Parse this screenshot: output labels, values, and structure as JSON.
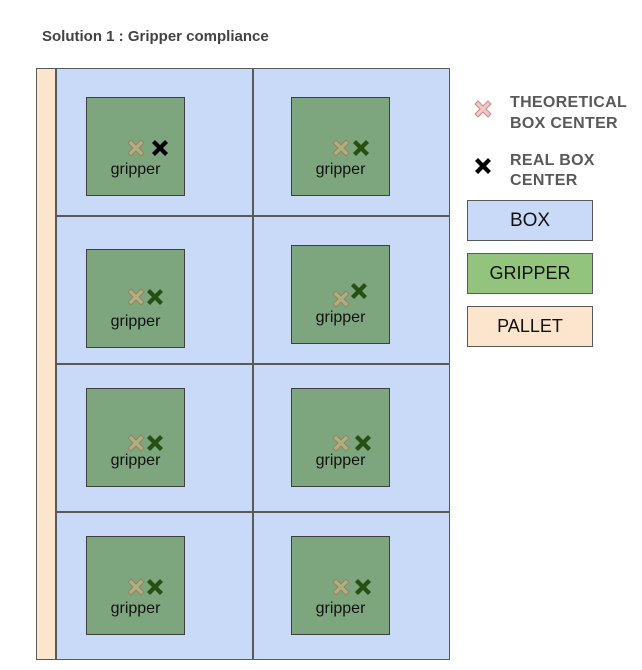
{
  "title": "Solution 1 : Gripper compliance",
  "colors": {
    "box": "#c9daf8",
    "gripper": "#7ea67e",
    "pallet": "#fce5cd",
    "theoretical_mark": "#f4c7c3",
    "real_mark": "#000000",
    "border": "#595959"
  },
  "cells": [
    {
      "label": "gripper"
    },
    {
      "label": "gripper"
    },
    {
      "label": "gripper"
    },
    {
      "label": "gripper"
    },
    {
      "label": "gripper"
    },
    {
      "label": "gripper"
    },
    {
      "label": "gripper"
    },
    {
      "label": "gripper"
    }
  ],
  "legend": {
    "theoretical": {
      "line1": "THEORETICAL",
      "line2": "BOX CENTER",
      "icon": "pink-cross-icon"
    },
    "real": {
      "line1": "REAL BOX",
      "line2": "CENTER",
      "icon": "black-cross-icon"
    },
    "box": "BOX",
    "gripper": "GRIPPER",
    "pallet": "PALLET"
  }
}
